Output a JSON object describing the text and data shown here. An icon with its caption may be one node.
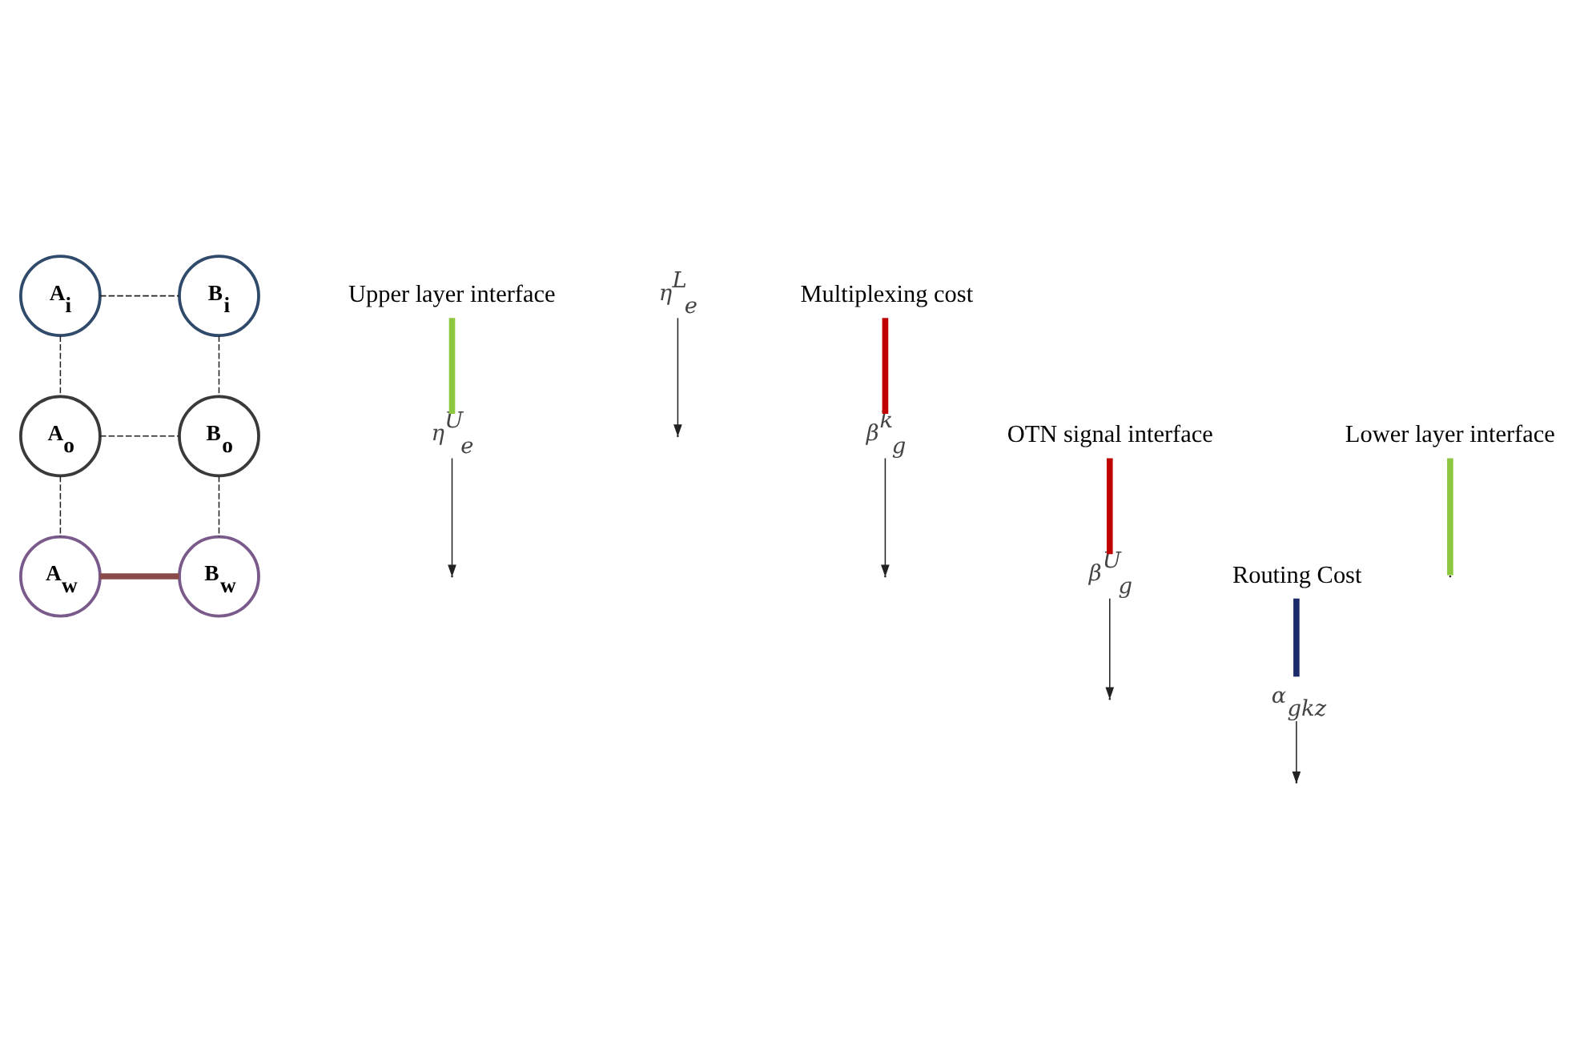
{
  "diagram": {
    "nodes": [
      {
        "text": [
          "A$_{i}$"
        ]
      },
      {
        "text": [
          "B$_{i}$"
        ]
      },
      {
        "text": [
          "A$_{o}$"
        ]
      },
      {
        "text": [
          "B$_{o}$"
        ]
      },
      {
        "text": [
          "A$_{w}$"
        ]
      },
      {
        "text": [
          "B$_{w}$"
        ]
      },
      {
        "text": [
          "η$^{U}$$_{e}$"
        ]
      },
      {
        "text": [
          "η$^{L}$$_{e}$"
        ]
      },
      {
        "text": [
          "β$^{k}$$_{g}$"
        ]
      },
      {
        "text": [
          "β$^{U}$$_{g}$"
        ]
      },
      {
        "text": [
          "α$_{gkz}$"
        ]
      },
      {
        "text": [
          "Upper layer interface"
        ]
      },
      {
        "text": [
          "Lower layer interface"
        ]
      },
      {
        "text": [
          "Multiplexing cost"
        ]
      },
      {
        "text": [
          "OTN signal interface"
        ]
      },
      {
        "text": [
          "Routing Cost"
        ]
      }
    ],
    "edges": [
      {
        "from": 0,
        "to": 1,
        "arrow": "none",
        "style": "dashed"
      },
      {
        "from": 0,
        "to": 2,
        "arrow": "none",
        "style": "dashed"
      },
      {
        "from": 1,
        "to": 3,
        "arrow": "none",
        "style": "dashed"
      },
      {
        "from": 2,
        "to": 3,
        "arrow": "none",
        "style": "dashed"
      },
      {
        "from": 2,
        "to": 4,
        "arrow": "none",
        "style": "dashed"
      },
      {
        "from": 3,
        "to": 5,
        "arrow": "none",
        "style": "dashed"
      },
      {
        "from": 4,
        "to": 5,
        "arrow": "none",
        "style": "thick",
        "color": "#8b4a4a"
      },
      {
        "from": 6,
        "to": null,
        "arrow": "to"
      },
      {
        "from": 7,
        "to": null,
        "arrow": "to"
      },
      {
        "from": 8,
        "to": null,
        "arrow": "to"
      },
      {
        "from": 9,
        "to": null,
        "arrow": "to"
      },
      {
        "from": 10,
        "to": null,
        "arrow": "to"
      },
      {
        "from": 11,
        "to": 6,
        "arrow": "none",
        "style": "thick",
        "color": "#8dc63f"
      },
      {
        "from": 12,
        "to": null,
        "arrow": "none",
        "style": "thick",
        "color": "#8dc63f"
      },
      {
        "from": 13,
        "to": 8,
        "arrow": "none",
        "style": "thick",
        "color": "#c00000"
      },
      {
        "from": 14,
        "to": 9,
        "arrow": "none",
        "style": "thick",
        "color": "#c00000"
      },
      {
        "from": 15,
        "to": 10,
        "arrow": "none",
        "style": "thick",
        "color": "#1a2a6a"
      }
    ]
  }
}
